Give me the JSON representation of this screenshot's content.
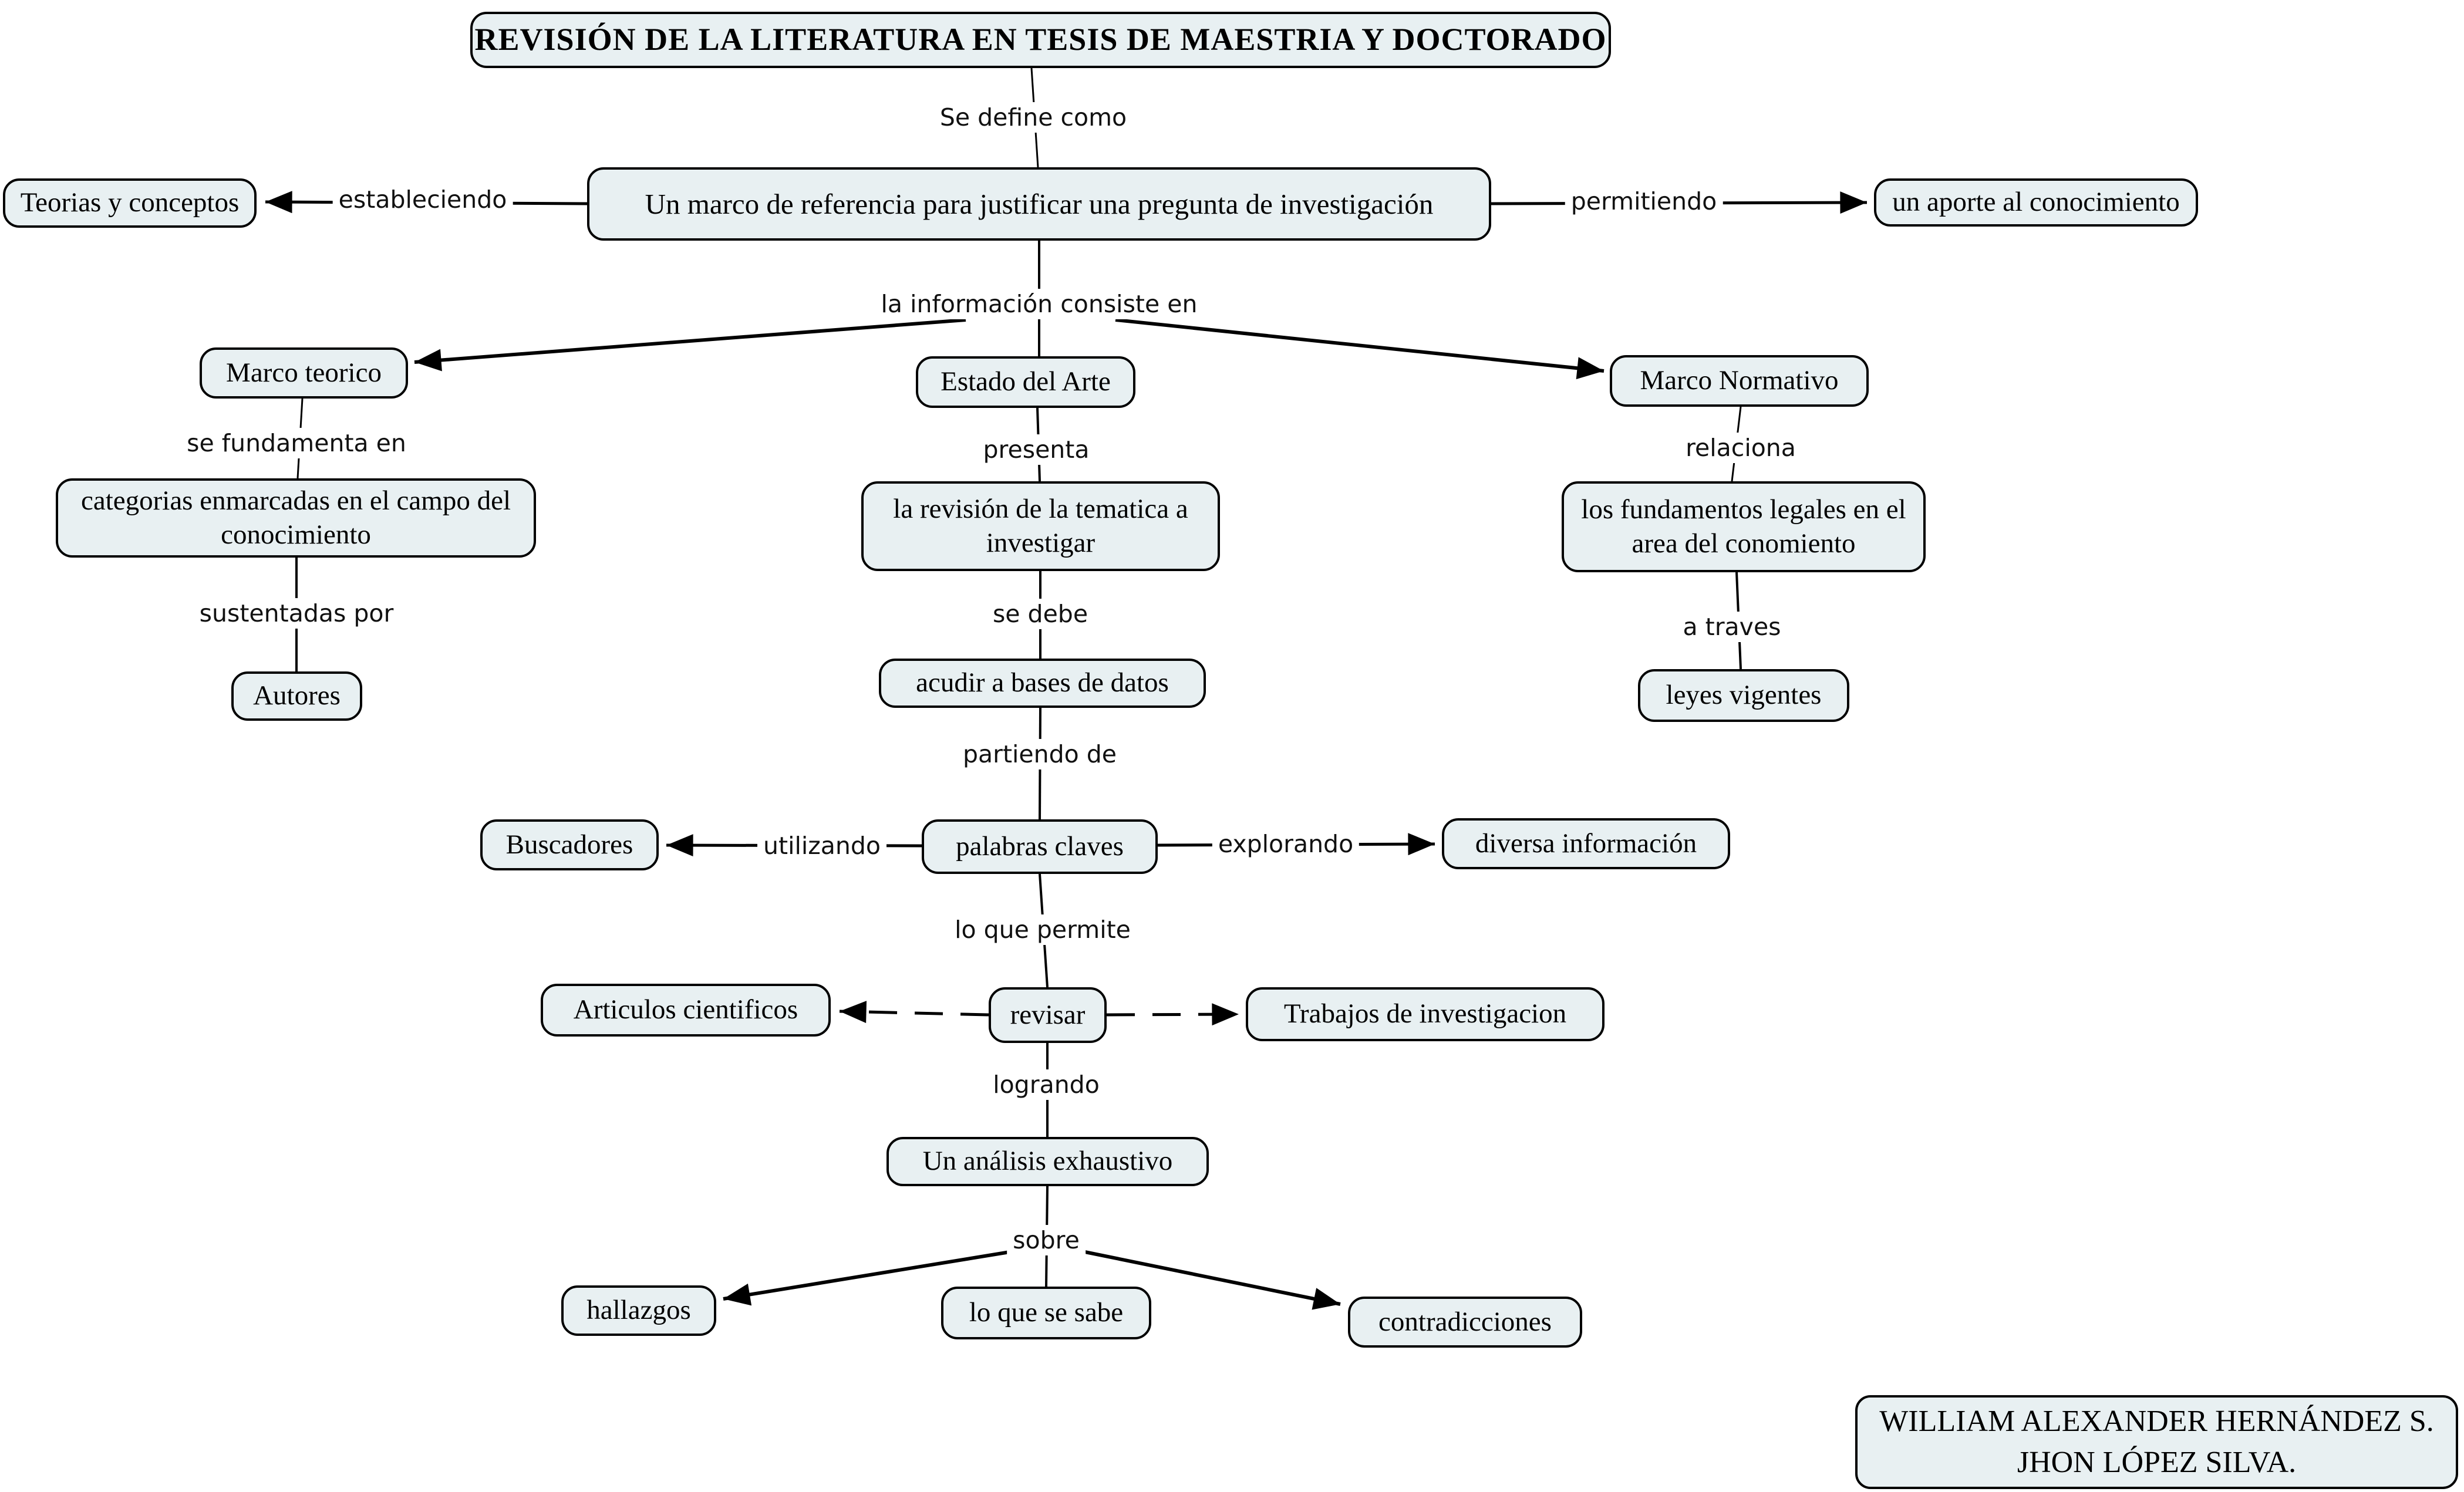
{
  "colors": {
    "background": "#ffffff",
    "node_fill": "#e8f0f2",
    "node_border": "#000000",
    "line": "#000000",
    "label_text": "#111111"
  },
  "title": {
    "label": "REVISIÓN DE LA LITERATURA EN TESIS DE MAESTRIA Y DOCTORADO"
  },
  "nodes": {
    "main": "Un marco de referencia para justificar una pregunta de investigación",
    "teorias": "Teorias y conceptos",
    "aporte": "un aporte al conocimiento",
    "marco_teorico": "Marco teorico",
    "estado_arte": "Estado del Arte",
    "marco_normativo": "Marco Normativo",
    "categorias": "categorias enmarcadas en el campo del conocimiento",
    "autores": "Autores",
    "revision_tematica": "la revisión de la tematica a investigar",
    "acudir": "acudir a bases de datos",
    "fundamentos": "los fundamentos legales en el area del conomiento",
    "leyes": "leyes vigentes",
    "palabras": "palabras claves",
    "buscadores": "Buscadores",
    "diversa": "diversa información",
    "revisar": "revisar",
    "articulos": "Articulos cientificos",
    "trabajos": "Trabajos de investigacion",
    "analisis": "Un análisis exhaustivo",
    "hallazgos": "hallazgos",
    "lo_que_se_sabe": "lo que se sabe",
    "contradicciones": "contradicciones"
  },
  "edges": {
    "se_define_como": "Se define como",
    "estableciendo": "estableciendo",
    "permitiendo": "permitiendo",
    "la_informacion": "la información consiste en",
    "se_fundamenta": "se fundamenta en",
    "sustentadas": "sustentadas por",
    "presenta": "presenta",
    "se_debe": "se debe",
    "partiendo": "partiendo de",
    "utilizando": "utilizando",
    "explorando": "explorando",
    "lo_que_permite": "lo que permite",
    "logrando": "logrando",
    "sobre": "sobre",
    "relaciona": "relaciona",
    "a_traves": "a traves"
  },
  "credits": {
    "line1": "WILLIAM ALEXANDER HERNÁNDEZ S.",
    "line2": "JHON LÓPEZ SILVA."
  }
}
